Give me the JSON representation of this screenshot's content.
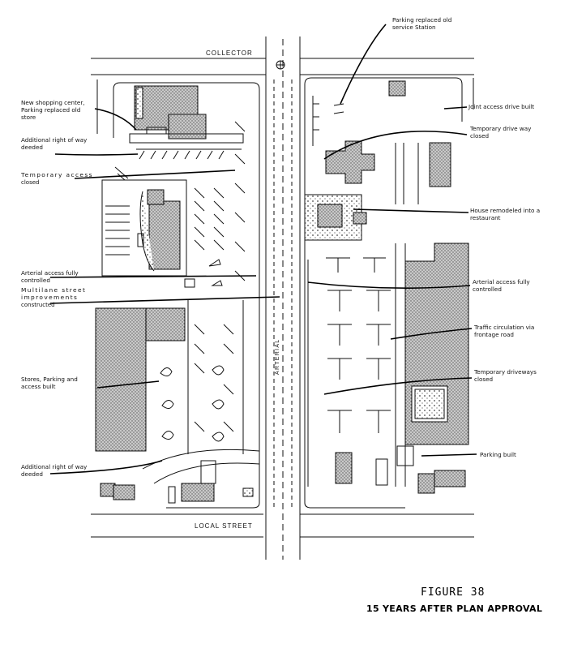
{
  "streets": {
    "collector": "COLLECTOR",
    "arterial": "ARTERIAL",
    "local": "LOCAL STREET"
  },
  "annotations": {
    "left": [
      [
        "New shopping center,",
        "Parking replaced old",
        "store"
      ],
      [
        "Additional right of way",
        "deeded"
      ],
      [
        "Temporary access",
        "closed"
      ],
      [
        "Arterial access fully",
        "controlled"
      ],
      [
        "Multilane street",
        "improvements",
        "constructed"
      ],
      [
        "Stores, Parking and",
        "access built"
      ],
      [
        "Additional right of way",
        "deeded"
      ]
    ],
    "right": [
      [
        "Parking replaced old",
        "service Station"
      ],
      [
        "Joint access drive built"
      ],
      [
        "Temporary drive way",
        "closed"
      ],
      [
        "House remodeled into a",
        "restaurant"
      ],
      [
        "Arterial access fully",
        "controlled"
      ],
      [
        "Traffic circulation via",
        "frontage road"
      ],
      [
        "Temporary driveways",
        "closed"
      ],
      [
        "Parking built"
      ]
    ]
  },
  "figure": {
    "number": "FIGURE 38",
    "title": "15 YEARS AFTER PLAN APPROVAL"
  },
  "colors": {
    "ink": "#111111",
    "building_fill": "#9a9a9a"
  },
  "icons": {
    "intersection": "intersection-symbol-icon"
  }
}
